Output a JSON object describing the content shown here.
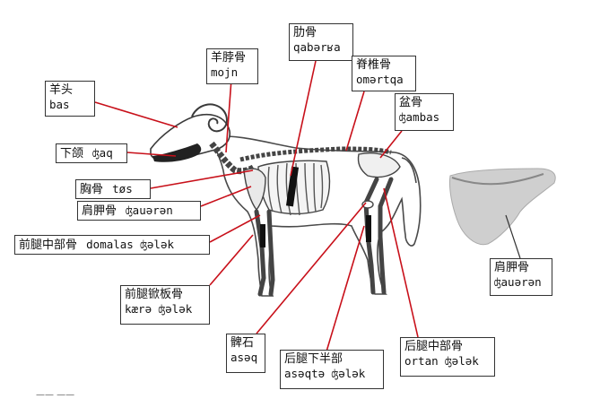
{
  "colors": {
    "leader": "#c8101a",
    "bone": "#444444",
    "label_border": "#333333",
    "shadow": "#bfbfbf"
  },
  "labels": [
    {
      "key": "head",
      "zh": "羊头",
      "tr": "bas"
    },
    {
      "key": "neck",
      "zh": "羊脖骨",
      "tr": "mojn"
    },
    {
      "key": "rib",
      "zh": "肋骨",
      "tr": "qabərʁa"
    },
    {
      "key": "spine",
      "zh": "脊椎骨",
      "tr": "omərtqa"
    },
    {
      "key": "pelvis",
      "zh": "盆骨",
      "tr": "ʤambas"
    },
    {
      "key": "jaw",
      "zh": "下颌",
      "tr": "ʤaq"
    },
    {
      "key": "sternum",
      "zh": "胸骨",
      "tr": "tøs"
    },
    {
      "key": "scapula",
      "zh": "肩胛骨",
      "tr": "ʤauərən"
    },
    {
      "key": "foreleg-mid",
      "zh": "前腿中部骨",
      "tr": "domalas ʤələk"
    },
    {
      "key": "foreleg-lower",
      "zh": "前腿锨板骨",
      "tr": "kærə ʤələk"
    },
    {
      "key": "patella",
      "zh": "髀石",
      "tr": "asəq"
    },
    {
      "key": "hindleg-lower",
      "zh": "后腿下半部",
      "tr": "asəqtə ʤələk"
    },
    {
      "key": "hindleg-mid",
      "zh": "后腿中部骨",
      "tr": "ortan ʤələk"
    },
    {
      "key": "scapula-detail",
      "zh": "肩胛骨",
      "tr": "ʤauərən"
    }
  ],
  "footer": {
    "text": "—— ——"
  }
}
